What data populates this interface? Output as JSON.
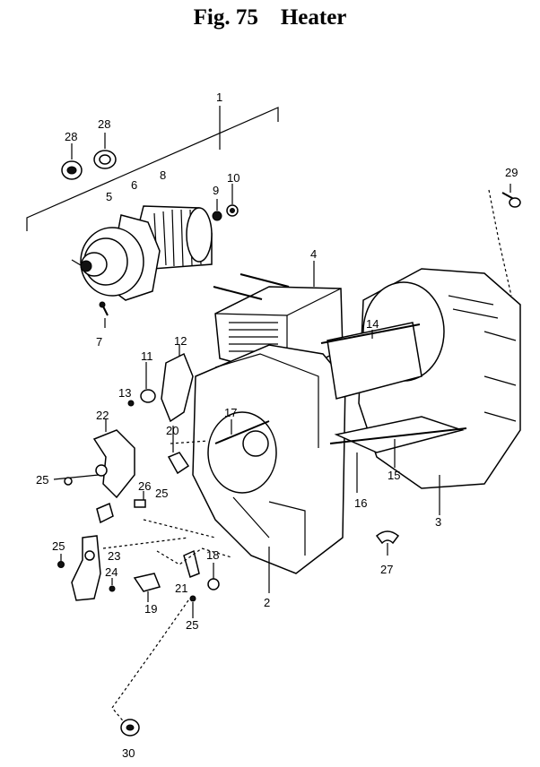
{
  "figure": {
    "number": "Fig. 75",
    "title": "Heater"
  },
  "callouts": [
    {
      "id": "1",
      "label": "1"
    },
    {
      "id": "28a",
      "label": "28"
    },
    {
      "id": "28b",
      "label": "28"
    },
    {
      "id": "5",
      "label": "5"
    },
    {
      "id": "6",
      "label": "6"
    },
    {
      "id": "8",
      "label": "8"
    },
    {
      "id": "9",
      "label": "9"
    },
    {
      "id": "10",
      "label": "10"
    },
    {
      "id": "29",
      "label": "29"
    },
    {
      "id": "4",
      "label": "4"
    },
    {
      "id": "7",
      "label": "7"
    },
    {
      "id": "12",
      "label": "12"
    },
    {
      "id": "11",
      "label": "11"
    },
    {
      "id": "13",
      "label": "13"
    },
    {
      "id": "14",
      "label": "14"
    },
    {
      "id": "22",
      "label": "22"
    },
    {
      "id": "17",
      "label": "17"
    },
    {
      "id": "20",
      "label": "20"
    },
    {
      "id": "25a",
      "label": "25"
    },
    {
      "id": "26",
      "label": "26"
    },
    {
      "id": "25b",
      "label": "25"
    },
    {
      "id": "15",
      "label": "15"
    },
    {
      "id": "16",
      "label": "16"
    },
    {
      "id": "3",
      "label": "3"
    },
    {
      "id": "25c",
      "label": "25"
    },
    {
      "id": "23",
      "label": "23"
    },
    {
      "id": "18",
      "label": "18"
    },
    {
      "id": "24",
      "label": "24"
    },
    {
      "id": "21",
      "label": "21"
    },
    {
      "id": "19",
      "label": "19"
    },
    {
      "id": "2",
      "label": "2"
    },
    {
      "id": "27",
      "label": "27"
    },
    {
      "id": "25d",
      "label": "25"
    },
    {
      "id": "30",
      "label": "30"
    }
  ]
}
